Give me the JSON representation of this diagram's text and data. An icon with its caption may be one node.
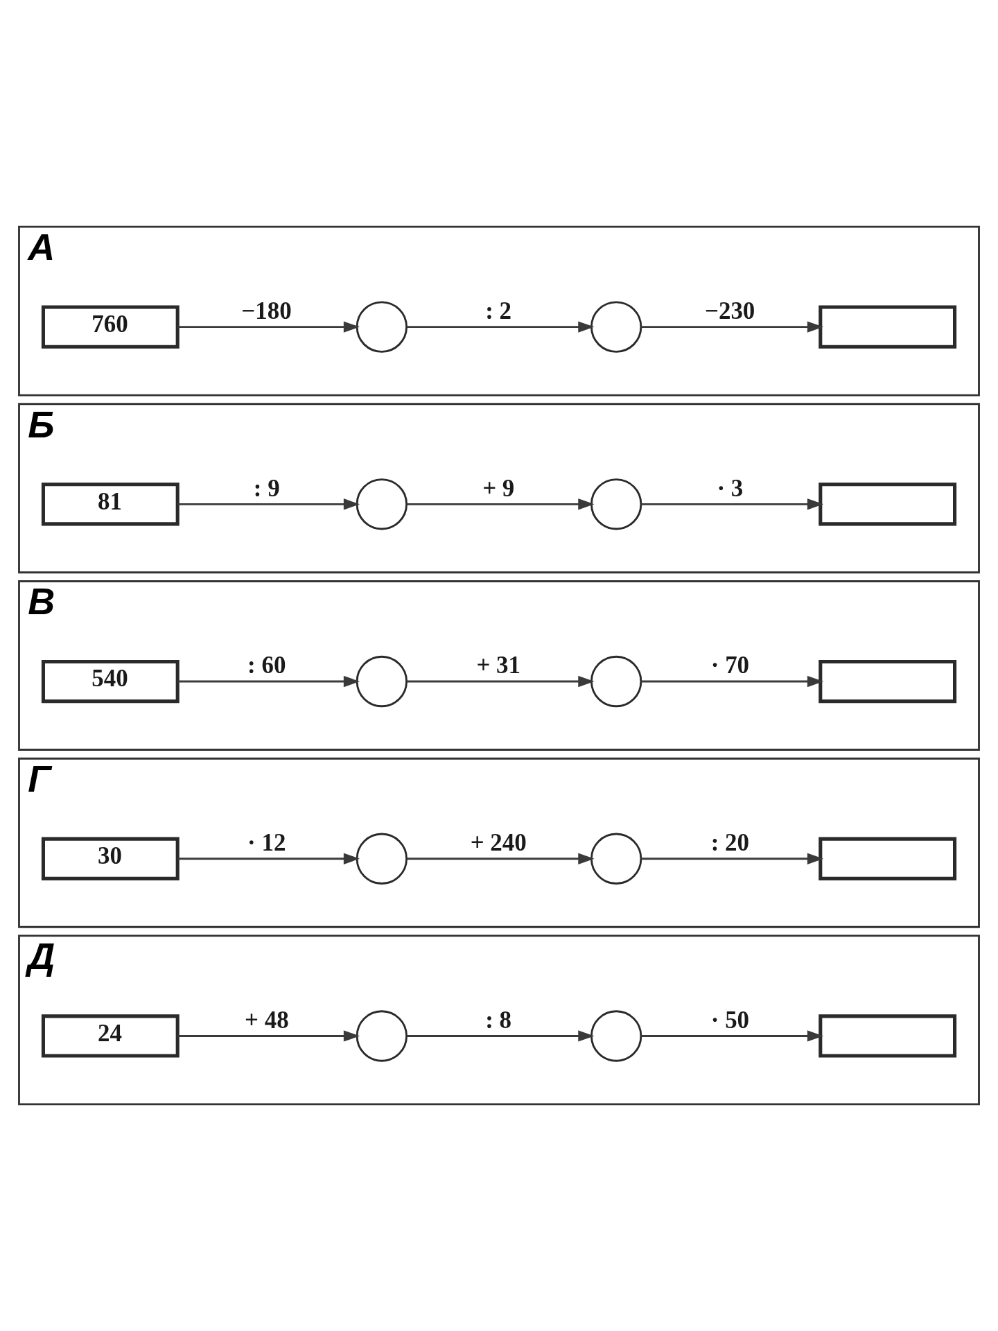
{
  "diagram": {
    "nodes": [
      {
        "text": [
          "А"
        ]
      },
      {
        "text": [
          "760"
        ],
        "in": 0
      },
      {
        "text": [],
        "shape": "circle",
        "in": 0
      },
      {
        "text": [],
        "shape": "circle",
        "in": 0
      },
      {
        "text": [],
        "shape": "box",
        "in": 0
      },
      {
        "text": [
          "Б"
        ]
      },
      {
        "text": [
          "81"
        ],
        "in": 5
      },
      {
        "text": [],
        "shape": "circle",
        "in": 5
      },
      {
        "text": [],
        "shape": "circle",
        "in": 5
      },
      {
        "text": [],
        "shape": "box",
        "in": 5
      },
      {
        "text": [
          "В"
        ]
      },
      {
        "text": [
          "540"
        ],
        "in": 10
      },
      {
        "text": [],
        "shape": "circle",
        "in": 10
      },
      {
        "text": [],
        "shape": "circle",
        "in": 10
      },
      {
        "text": [],
        "shape": "box",
        "in": 10
      },
      {
        "text": [
          "Г"
        ]
      },
      {
        "text": [
          "30"
        ],
        "in": 15
      },
      {
        "text": [],
        "shape": "circle",
        "in": 15
      },
      {
        "text": [],
        "shape": "circle",
        "in": 15
      },
      {
        "text": [],
        "shape": "box",
        "in": 15
      },
      {
        "text": [
          "Д"
        ]
      },
      {
        "text": [
          "24"
        ],
        "in": 20
      },
      {
        "text": [],
        "shape": "circle",
        "in": 20
      },
      {
        "text": [],
        "shape": "circle",
        "in": 20
      },
      {
        "text": [],
        "shape": "box",
        "in": 20
      }
    ],
    "edges": [
      {
        "from": 1,
        "to": 2,
        "arrow": "to",
        "label": "−180"
      },
      {
        "from": 2,
        "to": 3,
        "arrow": "to",
        "label": ": 2"
      },
      {
        "from": 3,
        "to": 4,
        "arrow": "to",
        "label": "−230"
      },
      {
        "from": 6,
        "to": 7,
        "arrow": "to",
        "label": ": 9"
      },
      {
        "from": 7,
        "to": 8,
        "arrow": "to",
        "label": "+ 9"
      },
      {
        "from": 8,
        "to": 9,
        "arrow": "to",
        "label": "· 3"
      },
      {
        "from": 11,
        "to": 12,
        "arrow": "to",
        "label": ": 60"
      },
      {
        "from": 12,
        "to": 13,
        "arrow": "to",
        "label": "+ 31"
      },
      {
        "from": 13,
        "to": 14,
        "arrow": "to",
        "label": "· 70"
      },
      {
        "from": 16,
        "to": 17,
        "arrow": "to",
        "label": "· 12"
      },
      {
        "from": 17,
        "to": 18,
        "arrow": "to",
        "label": "+ 240"
      },
      {
        "from": 18,
        "to": 19,
        "arrow": "to",
        "label": ": 20"
      },
      {
        "from": 21,
        "to": 22,
        "arrow": "to",
        "label": "+ 48"
      },
      {
        "from": 22,
        "to": 23,
        "arrow": "to",
        "label": ": 8"
      },
      {
        "from": 23,
        "to": 24,
        "arrow": "to",
        "label": "· 50"
      }
    ]
  }
}
